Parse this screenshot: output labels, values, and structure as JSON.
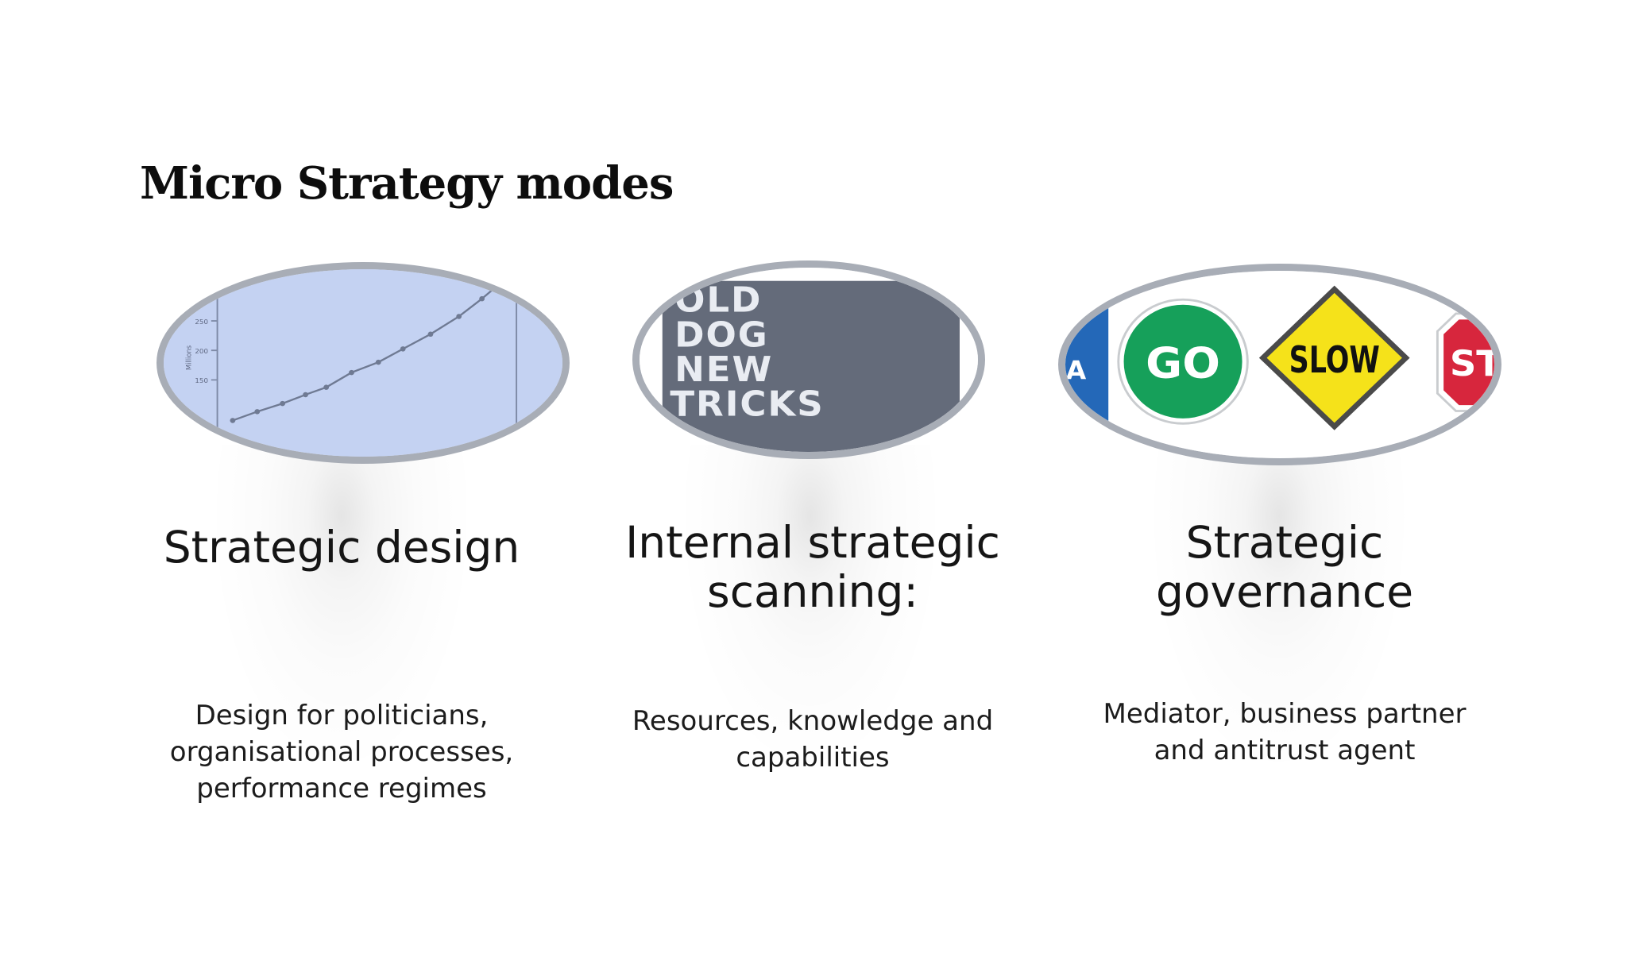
{
  "slide": {
    "title": "Micro Strategy modes"
  },
  "modes": [
    {
      "heading": "Strategic design",
      "description": "Design for politicians,\norganisational processes,\nperformance regimes",
      "image_icon": "growth-line-chart-icon",
      "image_text": {
        "axis_label": "Millions",
        "ticks": [
          "250",
          "200",
          "150"
        ]
      }
    },
    {
      "heading": "Internal strategic\nscanning:",
      "description": "Resources, knowledge and\ncapabilities",
      "image_icon": "old-dog-new-tricks-sign-icon",
      "image_text": {
        "lines": [
          "OLD",
          "DOG",
          "NEW",
          "TRICKS"
        ]
      }
    },
    {
      "heading": "Strategic\ngovernance",
      "description": "Mediator, business partner\nand antitrust agent",
      "image_icon": "traffic-signs-icon",
      "image_text": {
        "signs": [
          "A",
          "GO",
          "SLOW",
          "ST"
        ]
      }
    }
  ],
  "colors": {
    "chart_bg": "#c4d2f2",
    "sign_bg": "#646b7a",
    "go_green": "#16a05a",
    "slow_yellow": "#f5e21a",
    "stop_red": "#d7263d",
    "oval_border": "#a8adb6"
  }
}
